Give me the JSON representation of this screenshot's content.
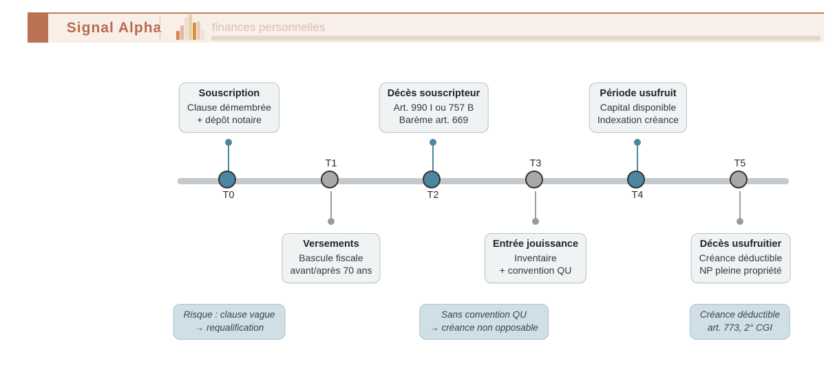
{
  "header": {
    "brand": "Signal Alpha",
    "subtitle": "finances personnelles",
    "logo_icon": "bar-chart-icon"
  },
  "colors": {
    "accent_terracotta": "#bb7254",
    "header_bg": "#f9efe9",
    "accent_teal": "#4c86a0",
    "node_gray": "#a9a9a9",
    "timeline_bar": "#c3c9cc",
    "callout_bg": "#eff3f4",
    "note_bg": "#cfdfe5"
  },
  "timeline": {
    "nodes": [
      {
        "label": "T0",
        "color": "teal"
      },
      {
        "label": "T1",
        "color": "gray"
      },
      {
        "label": "T2",
        "color": "teal"
      },
      {
        "label": "T3",
        "color": "gray"
      },
      {
        "label": "T4",
        "color": "teal"
      },
      {
        "label": "T5",
        "color": "gray"
      }
    ]
  },
  "events_above": [
    {
      "title": "Souscription",
      "line1": "Clause démembrée",
      "line2": "+ dépôt notaire"
    },
    {
      "title": "Décès souscripteur",
      "line1": "Art. 990 I ou 757 B",
      "line2": "Barème art. 669"
    },
    {
      "title": "Période usufruit",
      "line1": "Capital disponible",
      "line2": "Indexation créance"
    }
  ],
  "events_below": [
    {
      "title": "Versements",
      "line1": "Bascule fiscale",
      "line2": "avant/après 70 ans"
    },
    {
      "title": "Entrée jouissance",
      "line1": "Inventaire",
      "line2": "+ convention QU"
    },
    {
      "title": "Décès usufruitier",
      "line1": "Créance déductible",
      "line2": "NP pleine propriété"
    }
  ],
  "notes": [
    {
      "line1": "Risque : clause vague",
      "line2": "→ requalification"
    },
    {
      "line1": "Sans convention QU",
      "line2": "→ créance non opposable"
    },
    {
      "line1": "Créance déductible",
      "line2": "art. 773, 2° CGI"
    }
  ]
}
